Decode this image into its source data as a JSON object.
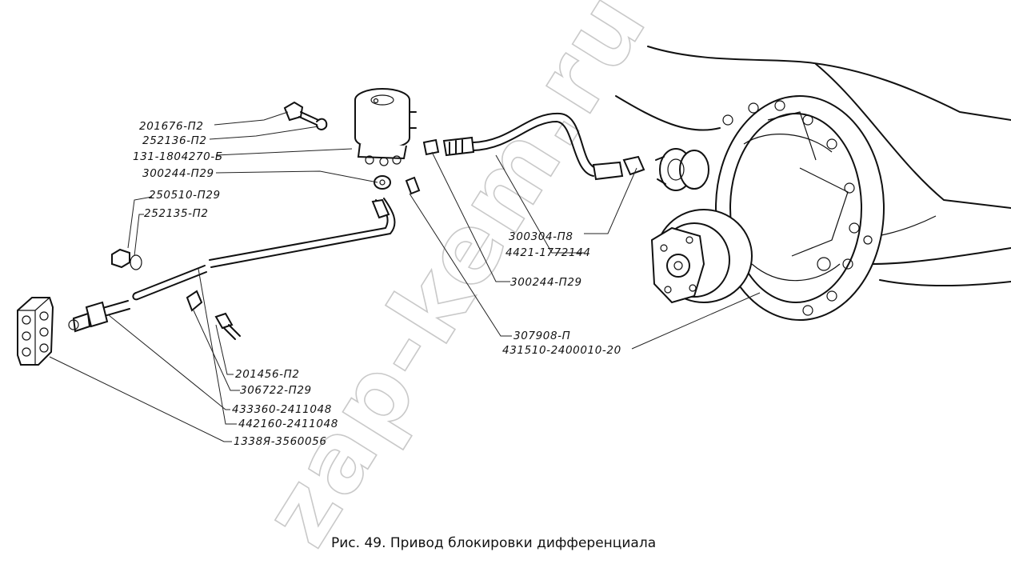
{
  "watermark": "zap-kem.ru",
  "caption": "Рис. 49. Привод блокировки дифференциала",
  "labels": [
    {
      "id": "l1",
      "text": "201676-П2"
    },
    {
      "id": "l2",
      "text": "252136-П2"
    },
    {
      "id": "l3",
      "text": "131-1804270-Б"
    },
    {
      "id": "l4",
      "text": "300244-П29"
    },
    {
      "id": "l5",
      "text": "250510-П29"
    },
    {
      "id": "l6",
      "text": "252135-П2"
    },
    {
      "id": "l7",
      "text": "300304-П8"
    },
    {
      "id": "l8",
      "text": "4421-1772144"
    },
    {
      "id": "l9",
      "text": "300244-П29"
    },
    {
      "id": "l10",
      "text": "307908-П"
    },
    {
      "id": "l11",
      "text": "431510-2400010-20"
    },
    {
      "id": "l12",
      "text": "201456-П2"
    },
    {
      "id": "l13",
      "text": "306722-П29"
    },
    {
      "id": "l14",
      "text": "433360-2411048"
    },
    {
      "id": "l15",
      "text": "442160-2411048"
    },
    {
      "id": "l16",
      "text": "1338Я-3560056"
    }
  ]
}
